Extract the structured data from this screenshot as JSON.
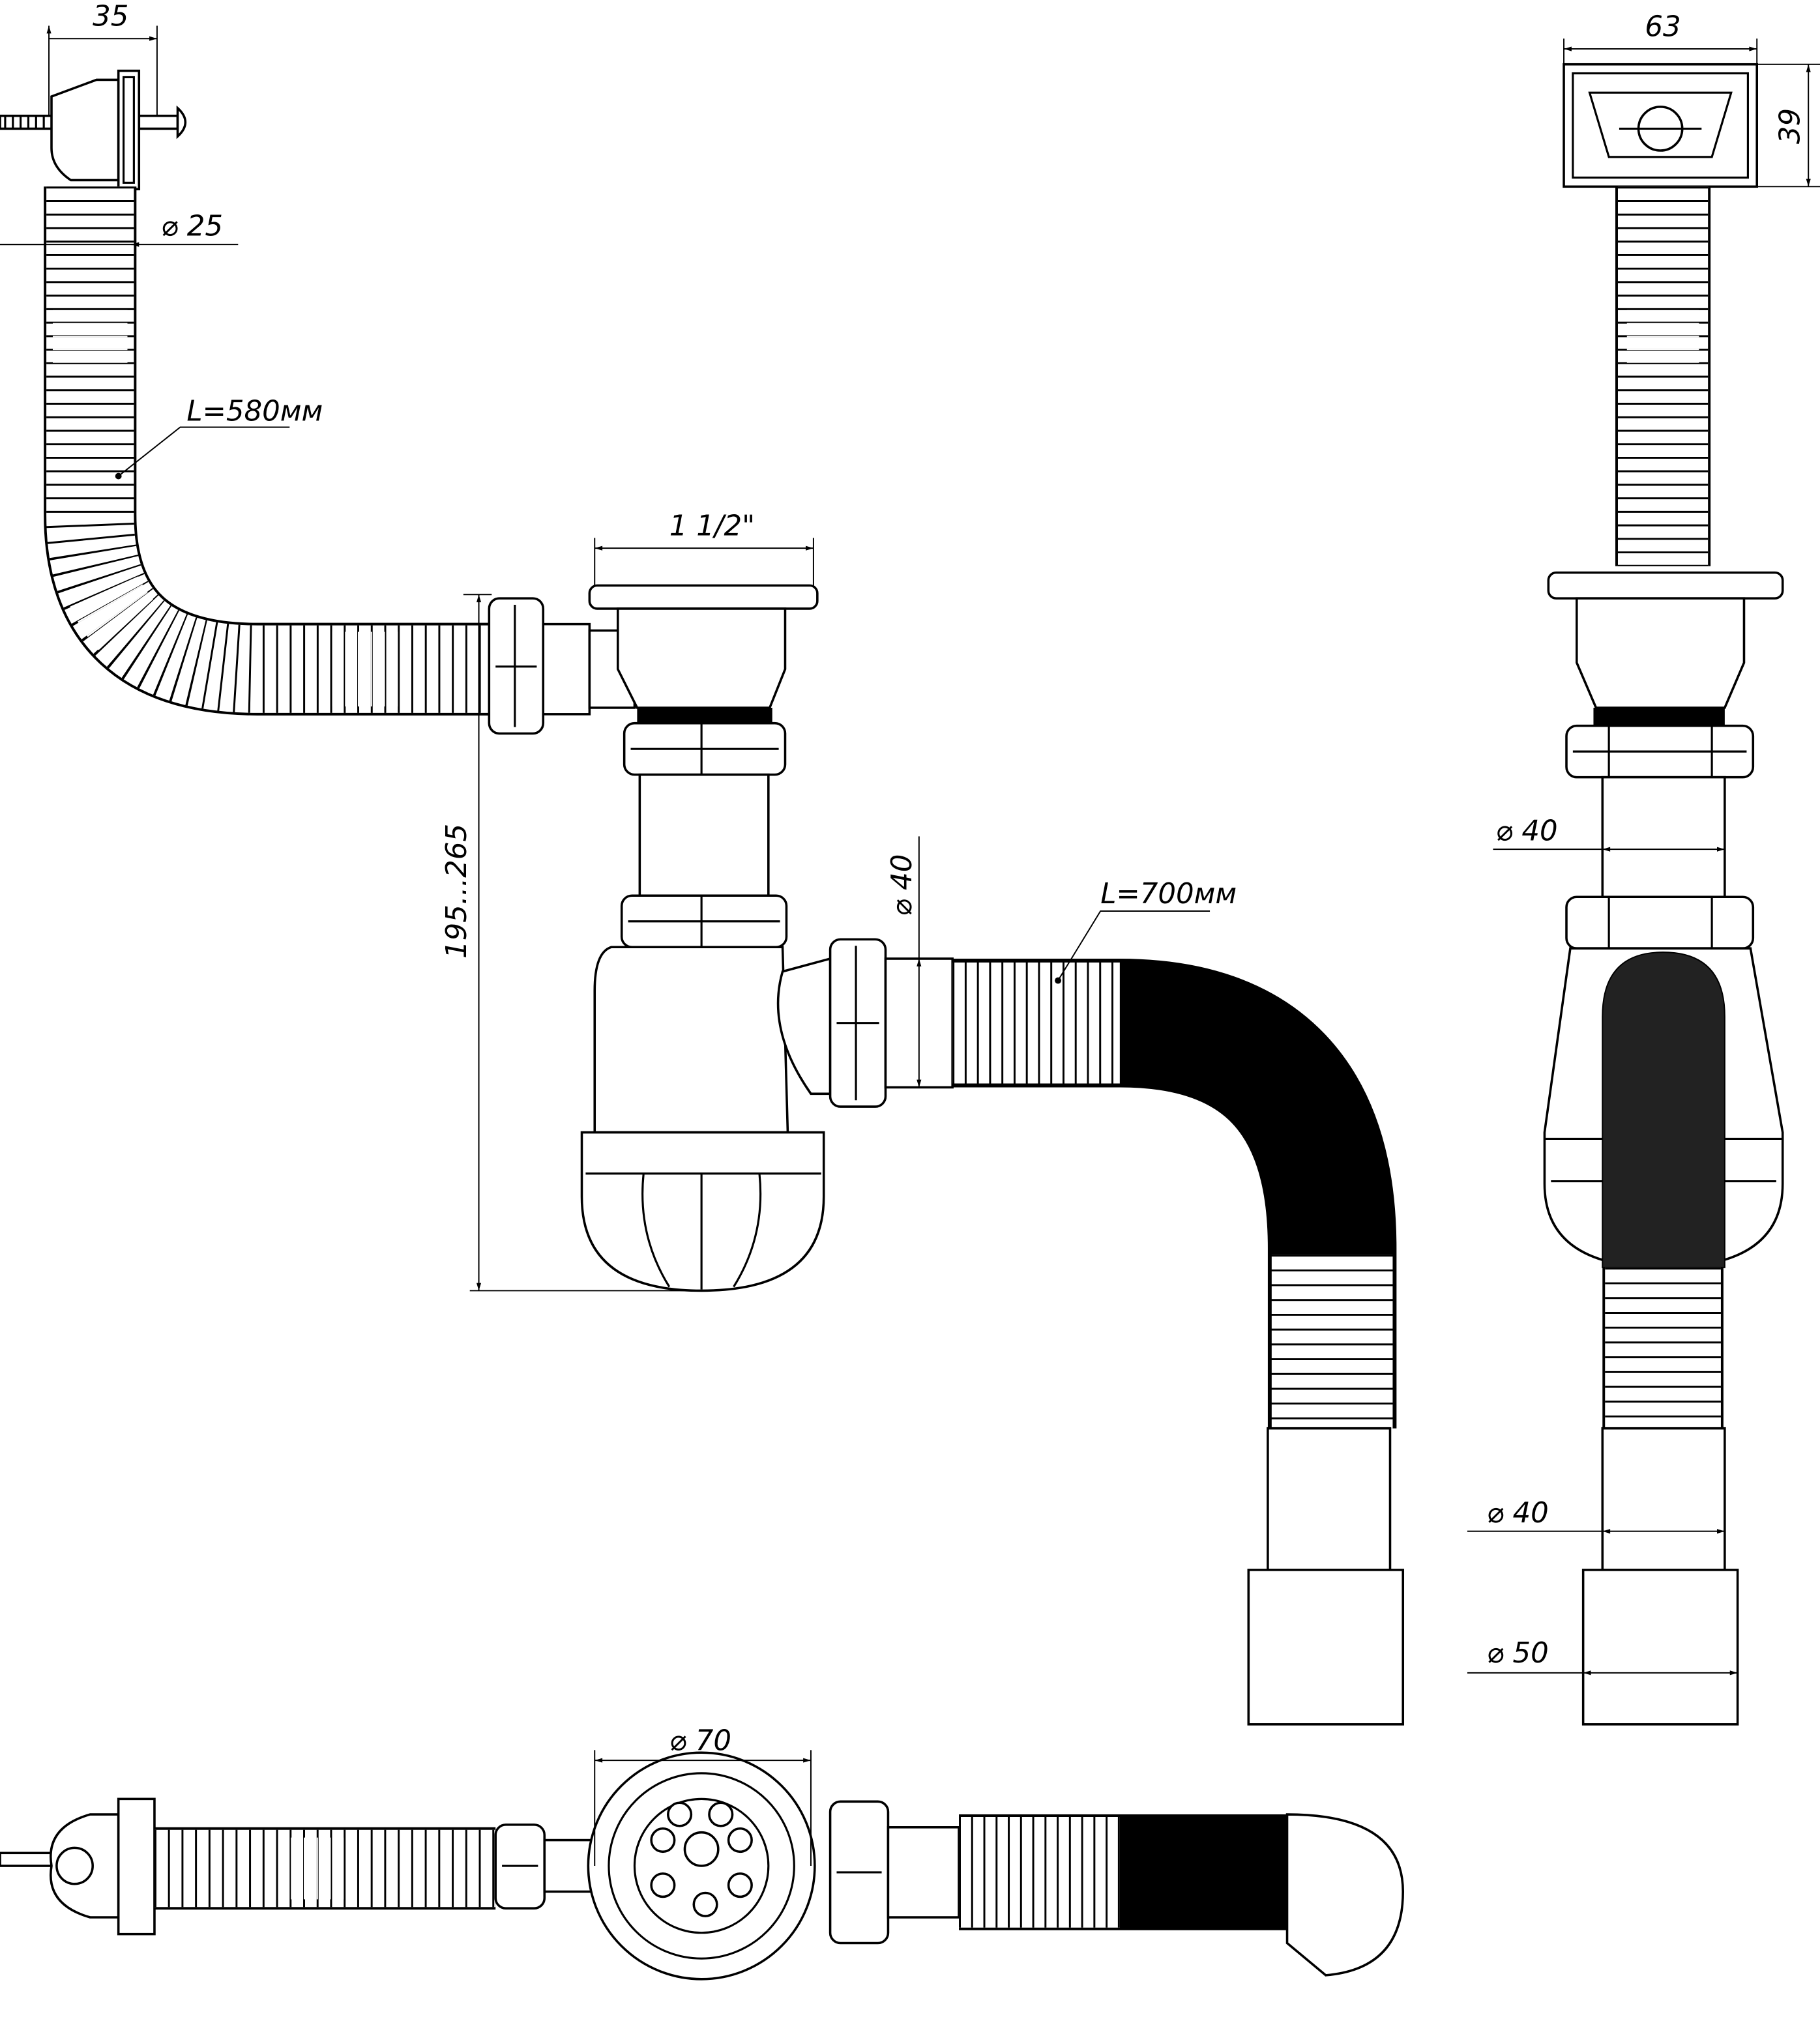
{
  "drawing": {
    "dimensions": {
      "overflow_depth": "35",
      "overflow_hose_diameter": "⌀ 25",
      "overflow_hose_length": "L=580мм",
      "drain_thread": "1 1/2\"",
      "height_range": "195...265",
      "outlet_diameter": "⌀ 40",
      "outlet_hose_length": "L=700мм",
      "plate_width": "63",
      "plate_height": "39",
      "side_tube_diameter": "⌀ 40",
      "side_pipe_diameter": "⌀ 40",
      "side_end_diameter": "⌀ 50",
      "grate_diameter": "⌀ 70"
    }
  }
}
